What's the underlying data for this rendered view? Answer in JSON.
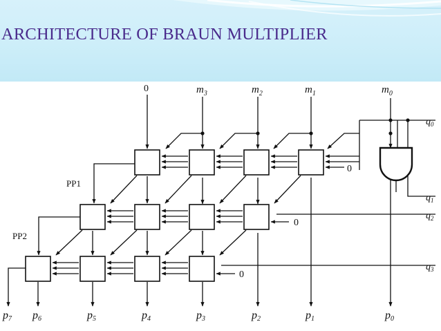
{
  "slide": {
    "title": "ARCHITECTURE OF BRAUN MULTIPLIER"
  },
  "colors": {
    "title": "#4a2b8c",
    "header_bg": "#cdeef9",
    "ink": "#111111"
  },
  "diagram": {
    "top_inputs": {
      "zero": "0",
      "m3": "m",
      "m3_sub": "3",
      "m2": "m",
      "m2_sub": "2",
      "m1": "m",
      "m1_sub": "1",
      "m0": "m",
      "m0_sub": "0"
    },
    "q_inputs": {
      "q0": "q",
      "q0_sub": "0",
      "q1": "q",
      "q1_sub": "1",
      "q2": "q",
      "q2_sub": "2",
      "q3": "q",
      "q3_sub": "3"
    },
    "partial_products": {
      "pp1": "PP1",
      "pp2": "PP2"
    },
    "carry_zeros": {
      "row1": "0",
      "row2": "0",
      "row3": "0"
    },
    "outputs": {
      "p7": "p",
      "p7_sub": "7",
      "p6": "p",
      "p6_sub": "6",
      "p5": "p",
      "p5_sub": "5",
      "p4": "p",
      "p4_sub": "4",
      "p3": "p",
      "p3_sub": "3",
      "p2": "p",
      "p2_sub": "2",
      "p1": "p",
      "p1_sub": "1",
      "p0": "p",
      "p0_sub": "0"
    }
  }
}
